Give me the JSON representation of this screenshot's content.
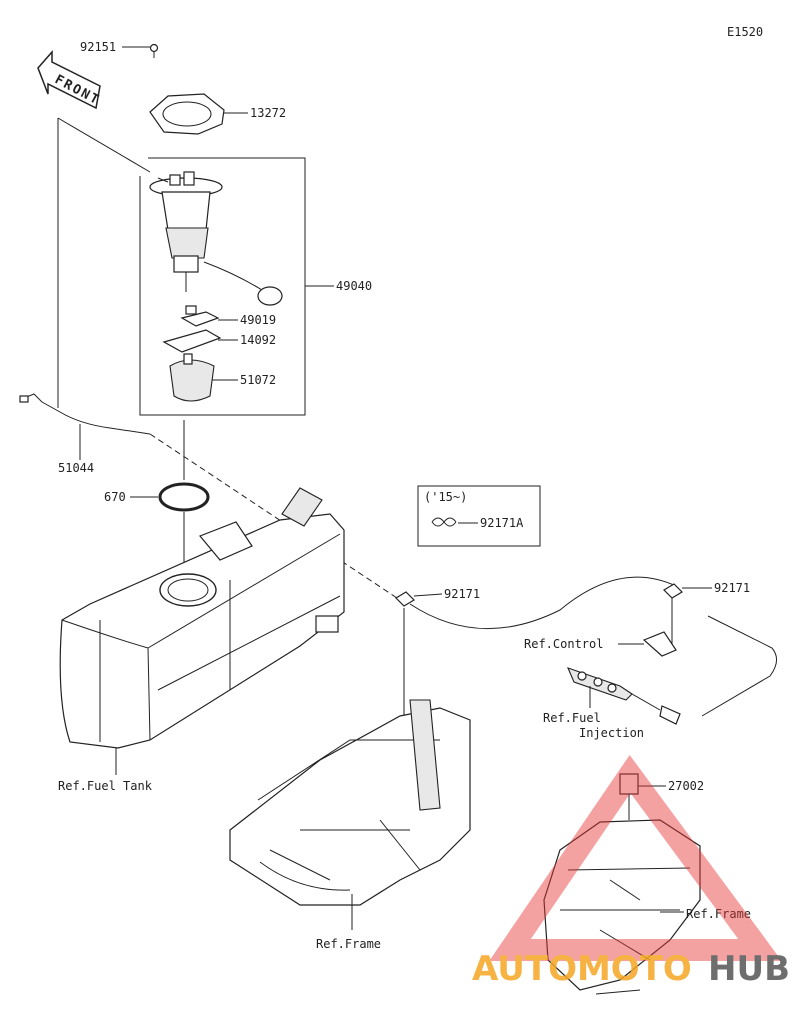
{
  "diagram_code": "E1520",
  "front_label": "FRONT",
  "parts": {
    "p92151": "92151",
    "p13272": "13272",
    "p49040": "49040",
    "p49019": "49019",
    "p14092": "14092",
    "p51072": "51072",
    "p51044": "51044",
    "p670": "670",
    "p92171_left": "92171",
    "p92171_right": "92171",
    "p92171A": "92171A",
    "p27002": "27002"
  },
  "variant_note": "('15~)",
  "refs": {
    "fuel_tank": "Ref.Fuel Tank",
    "frame_left": "Ref.Frame",
    "frame_right": "Ref.Frame",
    "control": "Ref.Control",
    "fuel_injection_line1": "Ref.Fuel",
    "fuel_injection_line2": "Injection"
  },
  "watermark": {
    "part1": "AUTOMOTO",
    "part2": "HUB",
    "color_main": "#f5a623",
    "color_hub": "#555555",
    "color_triangle": "#e53935"
  }
}
